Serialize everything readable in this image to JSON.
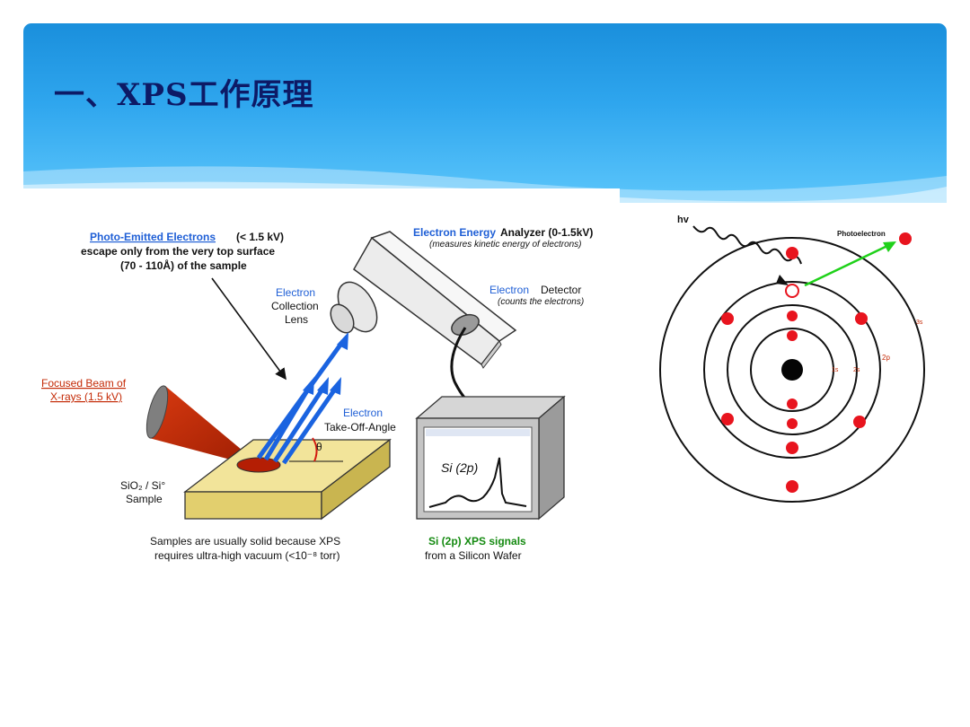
{
  "title": "一、XPS工作原理",
  "left_diagram": {
    "photo_emitted": {
      "title": "Photo-Emitted Electrons",
      "energy": "(< 1.5 kV)",
      "line2": "escape only from the very top surface",
      "line3": "(70 - 110Å) of the sample"
    },
    "analyzer": {
      "title_blue": "Electron Energy",
      "title_black": "Analyzer (0-1.5kV)",
      "subtitle": "(measures kinetic energy of electrons)"
    },
    "collection_lens": {
      "line1": "Electron",
      "line2": "Collection",
      "line3": "Lens"
    },
    "detector": {
      "title_blue": "Electron",
      "title_black": "Detector",
      "subtitle": "(counts the electrons)"
    },
    "xray_beam": {
      "line1": "Focused Beam of",
      "line2": "X-rays (1.5 kV)"
    },
    "takeoff": {
      "line1": "Electron",
      "line2": "Take-Off-Angle",
      "theta": "θ"
    },
    "sample": {
      "line1": "SiO₂ / Si°",
      "line2": "Sample"
    },
    "monitor_label": "Si (2p)",
    "caption_left": {
      "line1": "Samples are usually solid because XPS",
      "line2": "requires ultra-high vacuum (<10⁻⁸ torr)"
    },
    "caption_right": {
      "line1": "Si (2p) XPS signals",
      "line2": "from a Silicon Wafer"
    }
  },
  "right_diagram": {
    "hv": "hv",
    "photoelectron": "Photoelectron",
    "shell_labels": [
      "1s",
      "2s",
      "2p",
      "3s"
    ]
  },
  "colors": {
    "header_blue": "#2a9fe8",
    "title_navy": "#0d1a66",
    "beam_red": "#c42a06",
    "electron_red": "#e8141e",
    "arrow_blue": "#1a63e0",
    "arrow_green": "#1fd11a"
  }
}
